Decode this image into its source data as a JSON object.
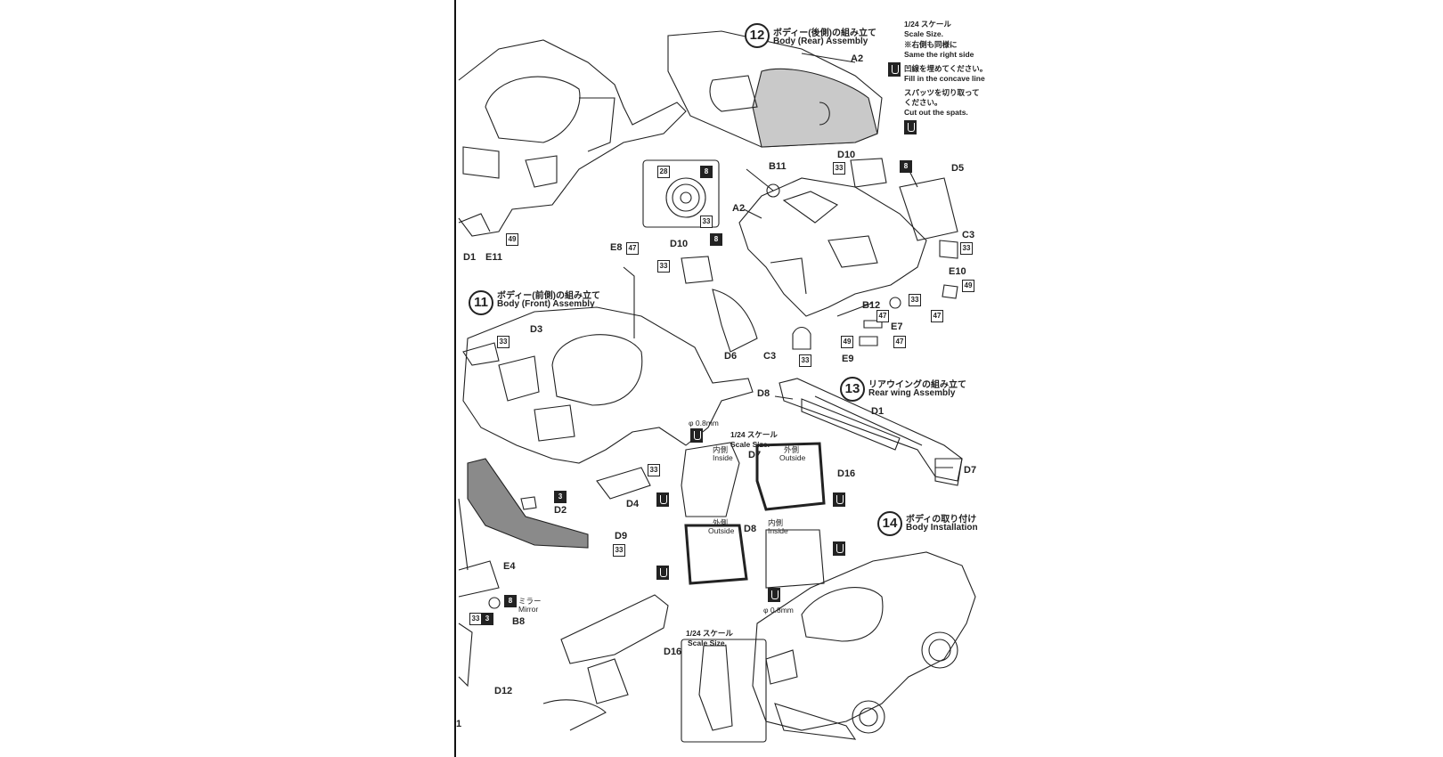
{
  "steps": [
    {
      "number": "11",
      "jp": "ボディー(前側)の組み立て",
      "en": "Body (Front) Assembly"
    },
    {
      "number": "12",
      "jp": "ボディー(後側)の組み立て",
      "en": "Body (Rear) Assembly"
    },
    {
      "number": "13",
      "jp": "リアウイングの組み立て",
      "en": "Rear wing Assembly"
    },
    {
      "number": "14",
      "jp": "ボディの取り付け",
      "en": "Body Installation"
    }
  ],
  "notes": {
    "scale_jp": "1/24 スケール",
    "scale_en": "Scale Size.",
    "same_jp": "※右側も同様に",
    "same_en": "Same the right side",
    "fill_jp": "凹線を埋めてください。",
    "fill_en": "Fill in the concave line",
    "spats_jp1": "スパッツを切り取って",
    "spats_jp2": "ください。",
    "spats_en": "Cut out the spats.",
    "inside_jp": "内側",
    "inside_en": "Inside",
    "outside_jp": "外側",
    "outside_en": "Outside",
    "drill": "φ 0.8mm",
    "mirror_jp": "ミラー",
    "mirror_en": "Mirror"
  },
  "parts": {
    "A2": "A2",
    "B11": "B11",
    "D10": "D10",
    "D5": "D5",
    "C3": "C3",
    "E10": "E10",
    "B12": "B12",
    "E7": "E7",
    "E9": "E9",
    "D6": "D6",
    "E8": "E8",
    "D3": "D3",
    "D4": "D4",
    "D2": "D2",
    "D9": "D9",
    "D8": "D8",
    "D1": "D1",
    "D16": "D16",
    "D7": "D7",
    "E4": "E4",
    "B8": "B8",
    "D12": "D12",
    "E11": "E11",
    "edge_1": "1"
  },
  "colors": {
    "8": "8",
    "28": "28",
    "33": "33",
    "47": "47",
    "49": "49",
    "3": "3"
  }
}
